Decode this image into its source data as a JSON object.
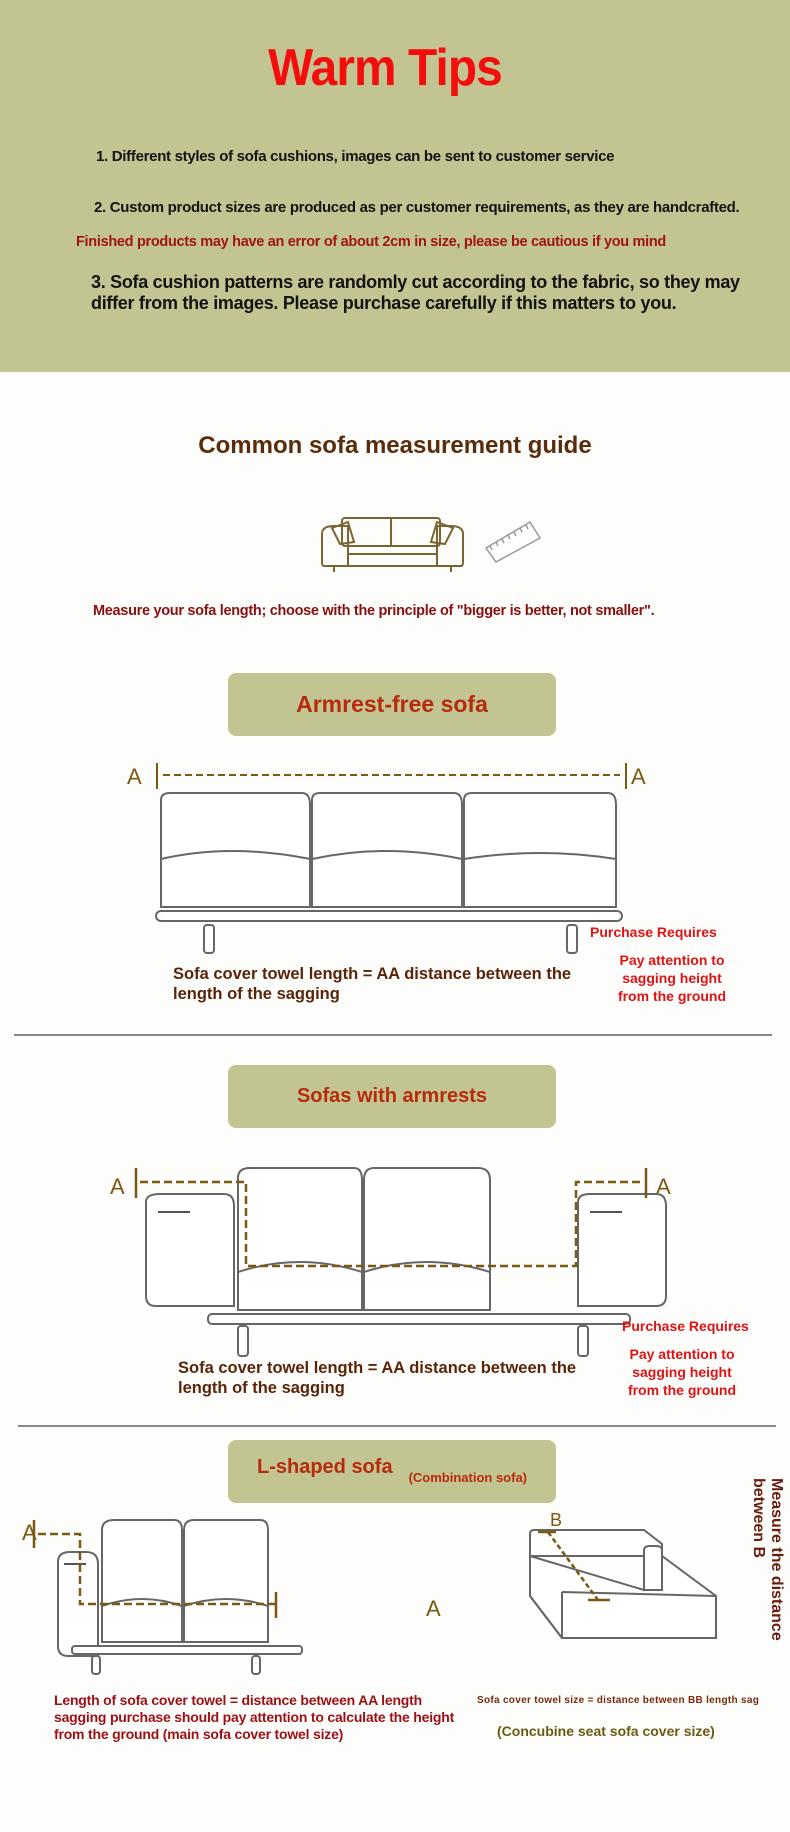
{
  "tips": {
    "title": "Warm Tips",
    "items": [
      "1. Different styles of sofa cushions, images can be sent to customer service",
      "2. Custom product sizes are produced as per customer requirements, as they are handcrafted.",
      "3. Sofa cushion patterns are randomly cut according to the fabric, so they may differ from the images. Please purchase carefully if this matters to you."
    ],
    "warning": "Finished products may have an error of about 2cm in size, please be cautious if you mind"
  },
  "guide": {
    "title": "Common sofa measurement guide",
    "icons": [
      "sofa-icon",
      "ruler-icon"
    ],
    "note": "Measure your sofa length; choose with the principle of \"bigger is better, not smaller\"."
  },
  "sections": [
    {
      "heading": "Armrest-free sofa",
      "marker": "A",
      "formula": "Sofa cover towel length = AA distance between the length of the sagging",
      "purchase_requires": "Purchase Requires",
      "attention": "Pay attention to sagging height from the ground"
    },
    {
      "heading": "Sofas with armrests",
      "marker": "A",
      "formula": "Sofa cover towel length = AA distance between the length of the sagging",
      "purchase_requires": "Purchase Requires",
      "attention": "Pay attention to sagging height from the ground"
    },
    {
      "heading": "L-shaped sofa",
      "subheading": "(Combination sofa)",
      "marker_a": "A",
      "marker_b": "B",
      "main_note": "Length of sofa cover towel = distance between AA length sagging purchase should pay attention to calculate the height from the ground (main sofa cover towel size)",
      "bb_note": "Sofa cover towel size = distance between BB length sag",
      "concubine_note": "(Concubine seat sofa cover size)",
      "vertical_note": "Measure the distance between B"
    }
  ],
  "colors": {
    "olive_bg": "#c2c592",
    "title_red": "#f30d0d",
    "heading_red": "#b82a0c",
    "brown": "#5a2c0b",
    "warn_red": "#a11414",
    "dash_brown": "#7a5a12"
  }
}
